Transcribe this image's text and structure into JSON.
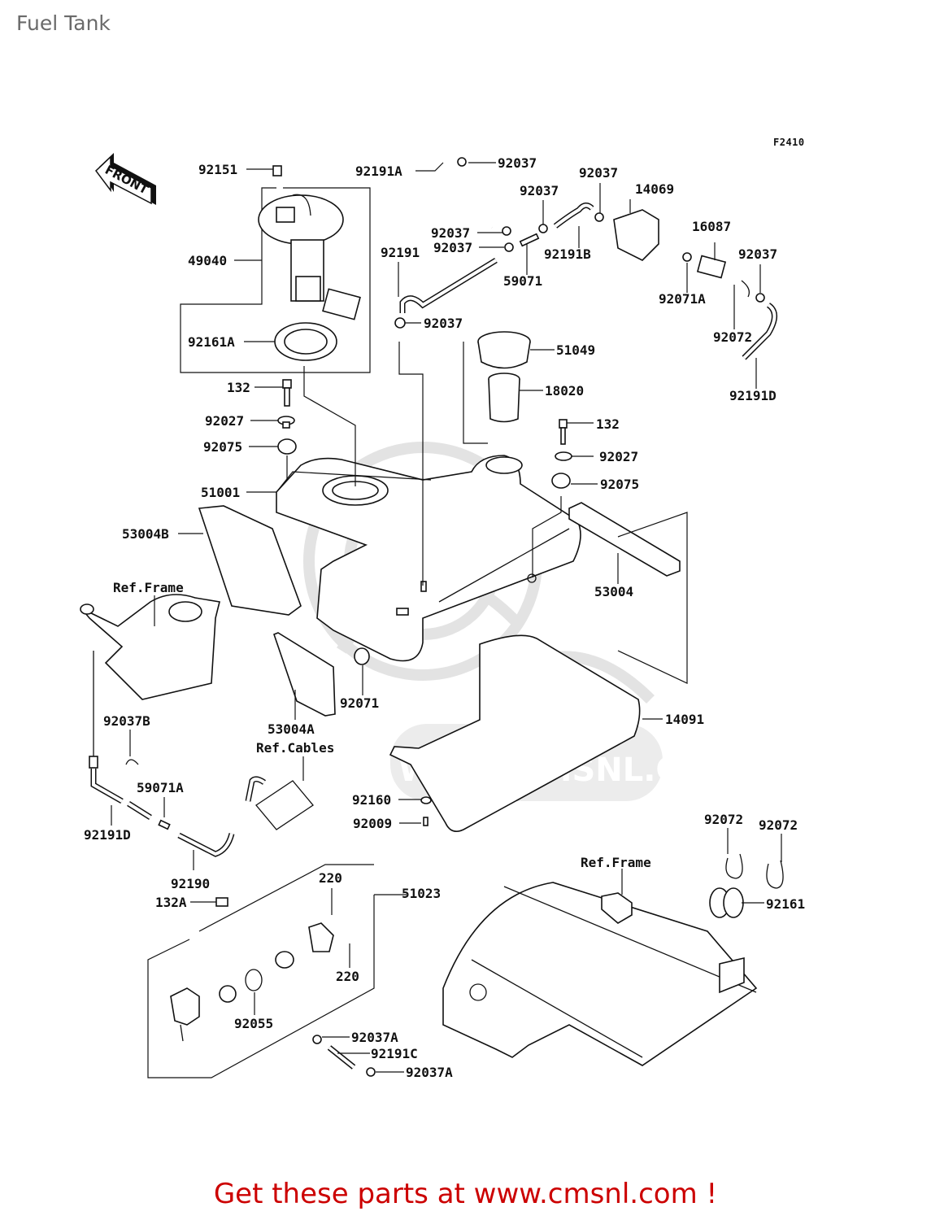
{
  "page": {
    "title": "Fuel Tank",
    "figure_code": "F2410",
    "footer_text": "Get these parts at www.cmsnl.com !",
    "footer_color": "#cc0000",
    "direction_marker": "FRONT",
    "watermark_text": "WWW.CMSNL.COM"
  },
  "parts": [
    {
      "id": "p92151",
      "label": "92151"
    },
    {
      "id": "p49040",
      "label": "49040"
    },
    {
      "id": "p92161A",
      "label": "92161A"
    },
    {
      "id": "p132a",
      "label": "132"
    },
    {
      "id": "p92027a",
      "label": "92027"
    },
    {
      "id": "p92075a",
      "label": "92075"
    },
    {
      "id": "p51001",
      "label": "51001"
    },
    {
      "id": "p53004B",
      "label": "53004B"
    },
    {
      "id": "p92191A",
      "label": "92191A"
    },
    {
      "id": "p92037a",
      "label": "92037"
    },
    {
      "id": "p92037b",
      "label": "92037"
    },
    {
      "id": "p92037c",
      "label": "92037"
    },
    {
      "id": "p92037d",
      "label": "92037"
    },
    {
      "id": "p92037e",
      "label": "92037"
    },
    {
      "id": "p92037f",
      "label": "92037"
    },
    {
      "id": "p92037g",
      "label": "92037"
    },
    {
      "id": "p14069",
      "label": "14069"
    },
    {
      "id": "p16087",
      "label": "16087"
    },
    {
      "id": "p92191",
      "label": "92191"
    },
    {
      "id": "p92191B",
      "label": "92191B"
    },
    {
      "id": "p59071",
      "label": "59071"
    },
    {
      "id": "p92071A",
      "label": "92071A"
    },
    {
      "id": "p92072a",
      "label": "92072"
    },
    {
      "id": "p92191Da",
      "label": "92191D"
    },
    {
      "id": "p51049",
      "label": "51049"
    },
    {
      "id": "p18020",
      "label": "18020"
    },
    {
      "id": "p132b",
      "label": "132"
    },
    {
      "id": "p92027b",
      "label": "92027"
    },
    {
      "id": "p92075b",
      "label": "92075"
    },
    {
      "id": "p53004",
      "label": "53004"
    },
    {
      "id": "p92071",
      "label": "92071"
    },
    {
      "id": "p53004A",
      "label": "53004A"
    },
    {
      "id": "p14091",
      "label": "14091"
    },
    {
      "id": "p92037B",
      "label": "92037B"
    },
    {
      "id": "p59071A",
      "label": "59071A"
    },
    {
      "id": "p92191Db",
      "label": "92191D"
    },
    {
      "id": "p92190",
      "label": "92190"
    },
    {
      "id": "p92160",
      "label": "92160"
    },
    {
      "id": "p92009",
      "label": "92009"
    },
    {
      "id": "p132A",
      "label": "132A"
    },
    {
      "id": "p220a",
      "label": "220"
    },
    {
      "id": "p220b",
      "label": "220"
    },
    {
      "id": "p51023",
      "label": "51023"
    },
    {
      "id": "p92055",
      "label": "92055"
    },
    {
      "id": "p92037Aa",
      "label": "92037A"
    },
    {
      "id": "p92191C",
      "label": "92191C"
    },
    {
      "id": "p92037Ab",
      "label": "92037A"
    },
    {
      "id": "p92072b",
      "label": "92072"
    },
    {
      "id": "p92072c",
      "label": "92072"
    },
    {
      "id": "p92161",
      "label": "92161"
    }
  ],
  "references": [
    {
      "id": "ref-frame-top",
      "label": "Ref.Frame"
    },
    {
      "id": "ref-cables",
      "label": "Ref.Cables"
    },
    {
      "id": "ref-frame-bottom",
      "label": "Ref.Frame"
    }
  ]
}
